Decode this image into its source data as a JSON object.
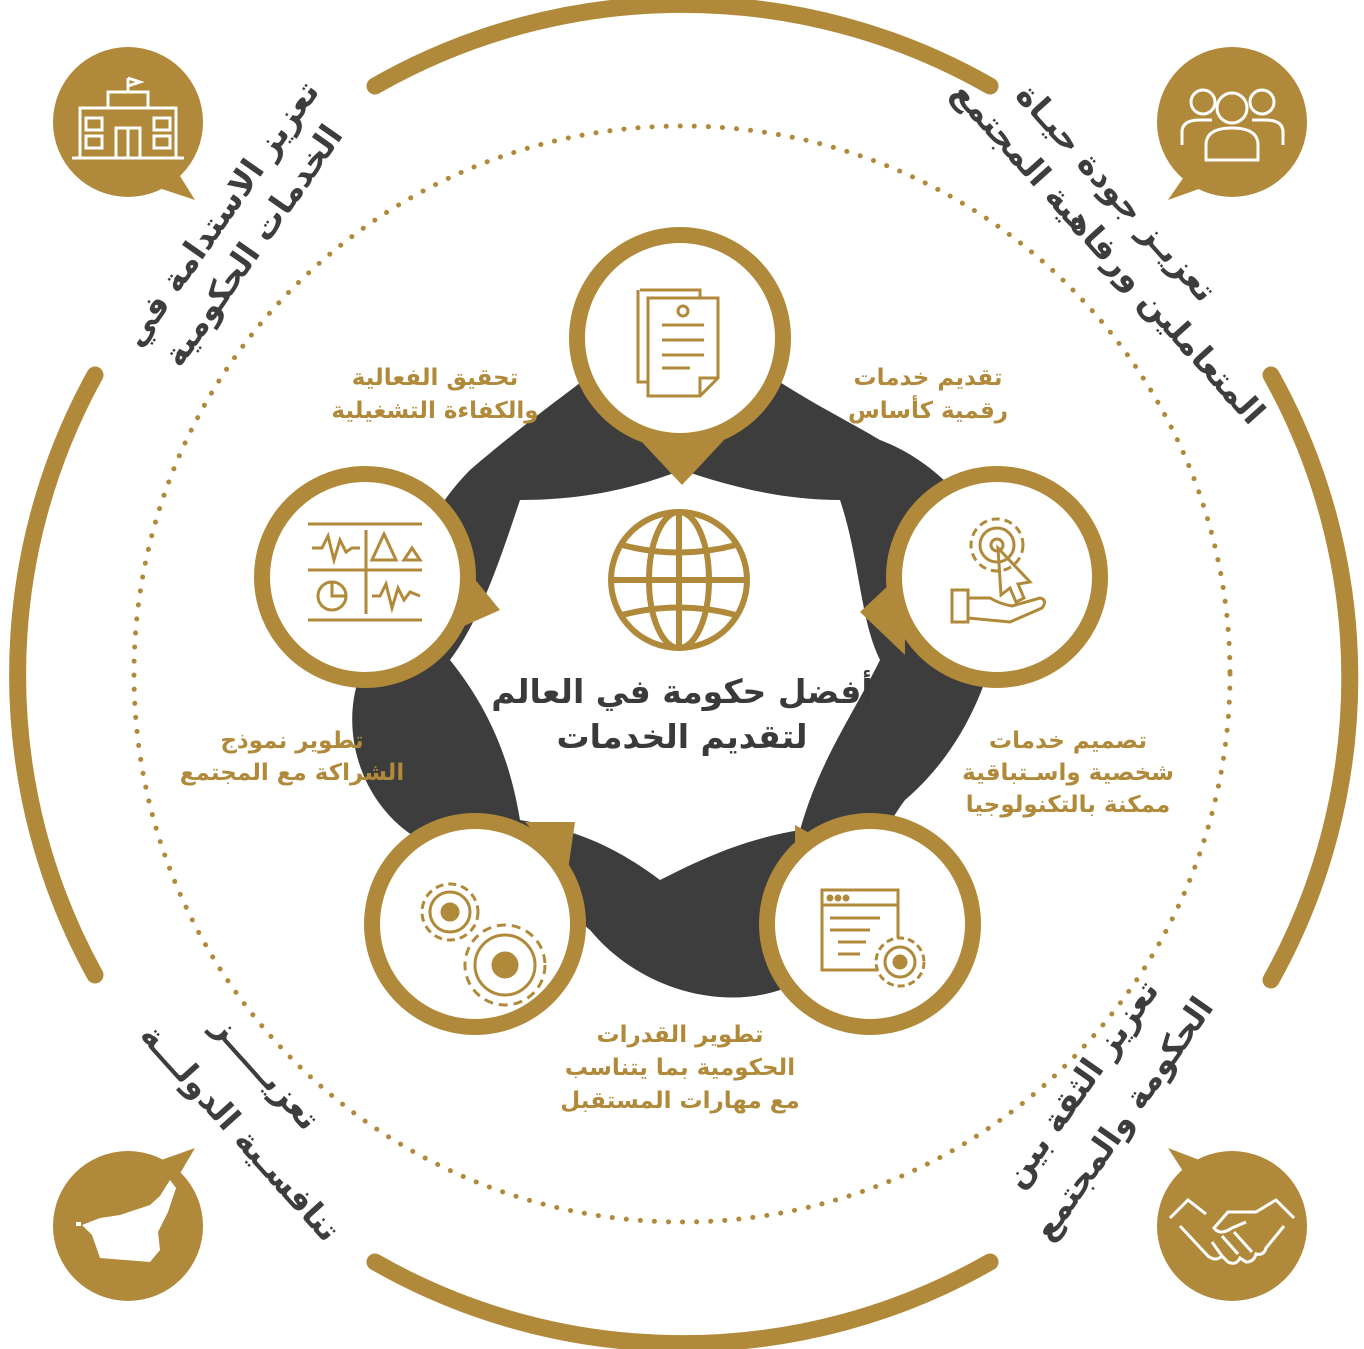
{
  "colors": {
    "gold": "#b08a3a",
    "dark": "#3d3d3d",
    "white": "#ffffff",
    "center_text": "#3a3a3a"
  },
  "center": {
    "line1": "أفضل حكومة في العالم",
    "line2": "لتقديم الخدمات",
    "icon": "globe-icon"
  },
  "pillars": {
    "top_left": {
      "line1": "تحقيق الفعالية",
      "line2": "والكفاءة التشغيلية"
    },
    "top_right": {
      "line1": "تقديم خدمات",
      "line2": "رقمية كأساس"
    },
    "right": {
      "line1": "تصميم خدمات",
      "line2": "شخصية واسـتباقية",
      "line3": "ممكنة بالتكنولوجيا"
    },
    "left": {
      "line1": "تطوير نموذج",
      "line2": "الشراكة مع المجتمع"
    },
    "bottom": {
      "line1": "تطوير القدرات",
      "line2": "الحكومية بما يتناسب",
      "line3": "مع مهارات المستقبل"
    }
  },
  "node_icons": [
    "document-emblem-icon",
    "gear-hand-cursor-icon",
    "browser-gear-icon",
    "gears-icon",
    "dashboard-charts-icon"
  ],
  "corners": {
    "top_left": {
      "line1": "تعزيز الاستدامة في",
      "line2": "الخدمات الحكومية",
      "icon": "government-building-icon"
    },
    "top_right": {
      "line1": "تعزيـز جودة حيـاة",
      "line2": "المتعاملين ورفاهية المجتمع",
      "icon": "community-people-icon"
    },
    "bottom_left": {
      "line1": "تعزيـــــز",
      "line2": "تنافسـية الدولـــة",
      "icon": "uae-map-icon"
    },
    "bottom_right": {
      "line1": "تعزيز الثقة بين",
      "line2": "الحكومة والمجتمع",
      "icon": "handshake-icon"
    }
  }
}
